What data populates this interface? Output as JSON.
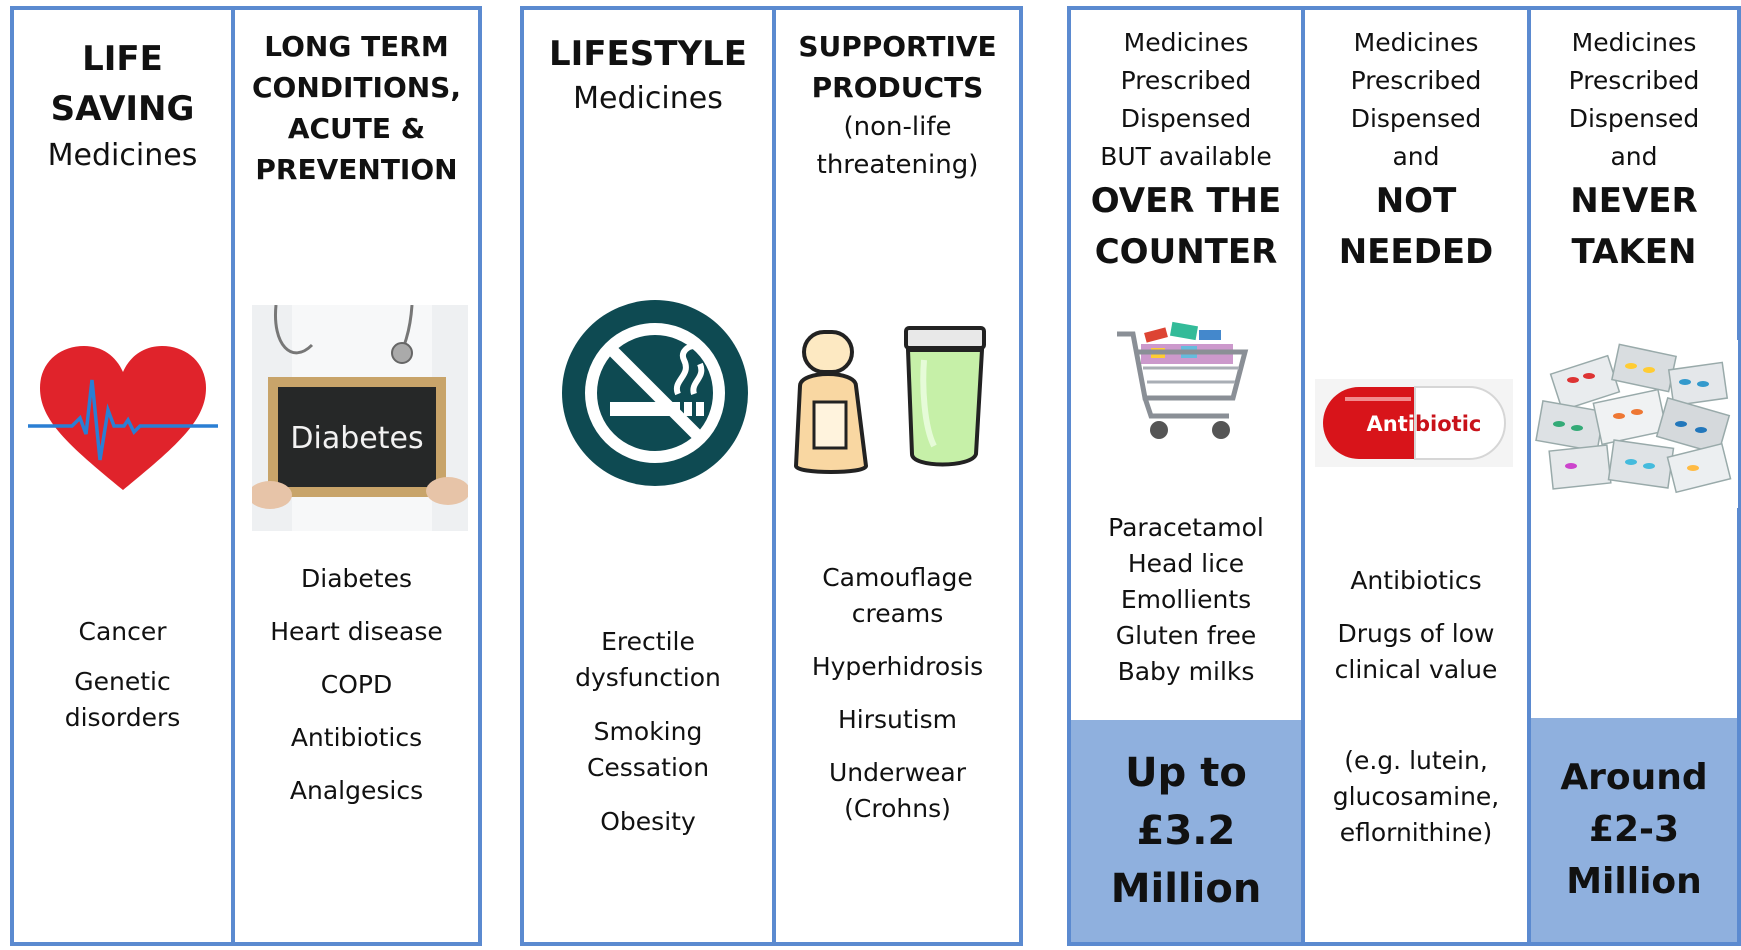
{
  "colors": {
    "border": "#5b8ad0",
    "money_fill": "#8fb0de",
    "heart": "#e0232b",
    "ecg": "#2a7fd4",
    "nosmoke": "#0e4a52"
  },
  "icons": [
    "heart-ecg-icon",
    "diabetes-sign-image",
    "no-smoking-icon",
    "bottle-and-tube-icon",
    "shopping-cart-image",
    "antibiotic-capsule-image",
    "pill-pile-image"
  ],
  "columns": {
    "life_saving": {
      "title_bold": "LIFE\nSAVING",
      "title_sub": "Medicines",
      "items": [
        "Cancer",
        "Genetic\ndisorders"
      ]
    },
    "long_term": {
      "title_bold": "LONG TERM\nCONDITIONS,\nACUTE &\nPREVENTION",
      "sign_text": "Diabetes",
      "items": [
        "Diabetes",
        "Heart disease",
        "COPD",
        "Antibiotics",
        "Analgesics"
      ]
    },
    "lifestyle": {
      "title_bold": "LIFESTYLE",
      "title_sub": "Medicines",
      "items": [
        "Erectile\ndysfunction",
        "Smoking\nCessation",
        "Obesity"
      ]
    },
    "supportive": {
      "title_bold": "SUPPORTIVE\nPRODUCTS",
      "title_sub": "(non-life\nthreatening)",
      "items": [
        "Camouflage\ncreams",
        "Hyperhidrosis",
        "Hirsutism",
        "Underwear\n(Crohns)"
      ]
    },
    "otc": {
      "title_pre": "Medicines\nPrescribed\nDispensed\nBUT available",
      "title_bold": "OVER THE\nCOUNTER",
      "items": [
        "Paracetamol\nHead lice\nEmollients\nGluten free\nBaby milks"
      ],
      "money": "Up to\n£3.2\nMillion"
    },
    "not_needed": {
      "title_pre": "Medicines\nPrescribed\nDispensed\nand",
      "title_bold": "NOT\nNEEDED",
      "capsule_a": "Anti",
      "capsule_b": "biotic",
      "items": [
        "Antibiotics",
        "Drugs of low\nclinical value"
      ],
      "example": "(e.g. lutein,\nglucosamine,\neflornithine)"
    },
    "never_taken": {
      "title_pre": "Medicines\nPrescribed\nDispensed\nand",
      "title_bold": "NEVER\nTAKEN",
      "money": "Around\n£2-3\nMillion"
    }
  }
}
